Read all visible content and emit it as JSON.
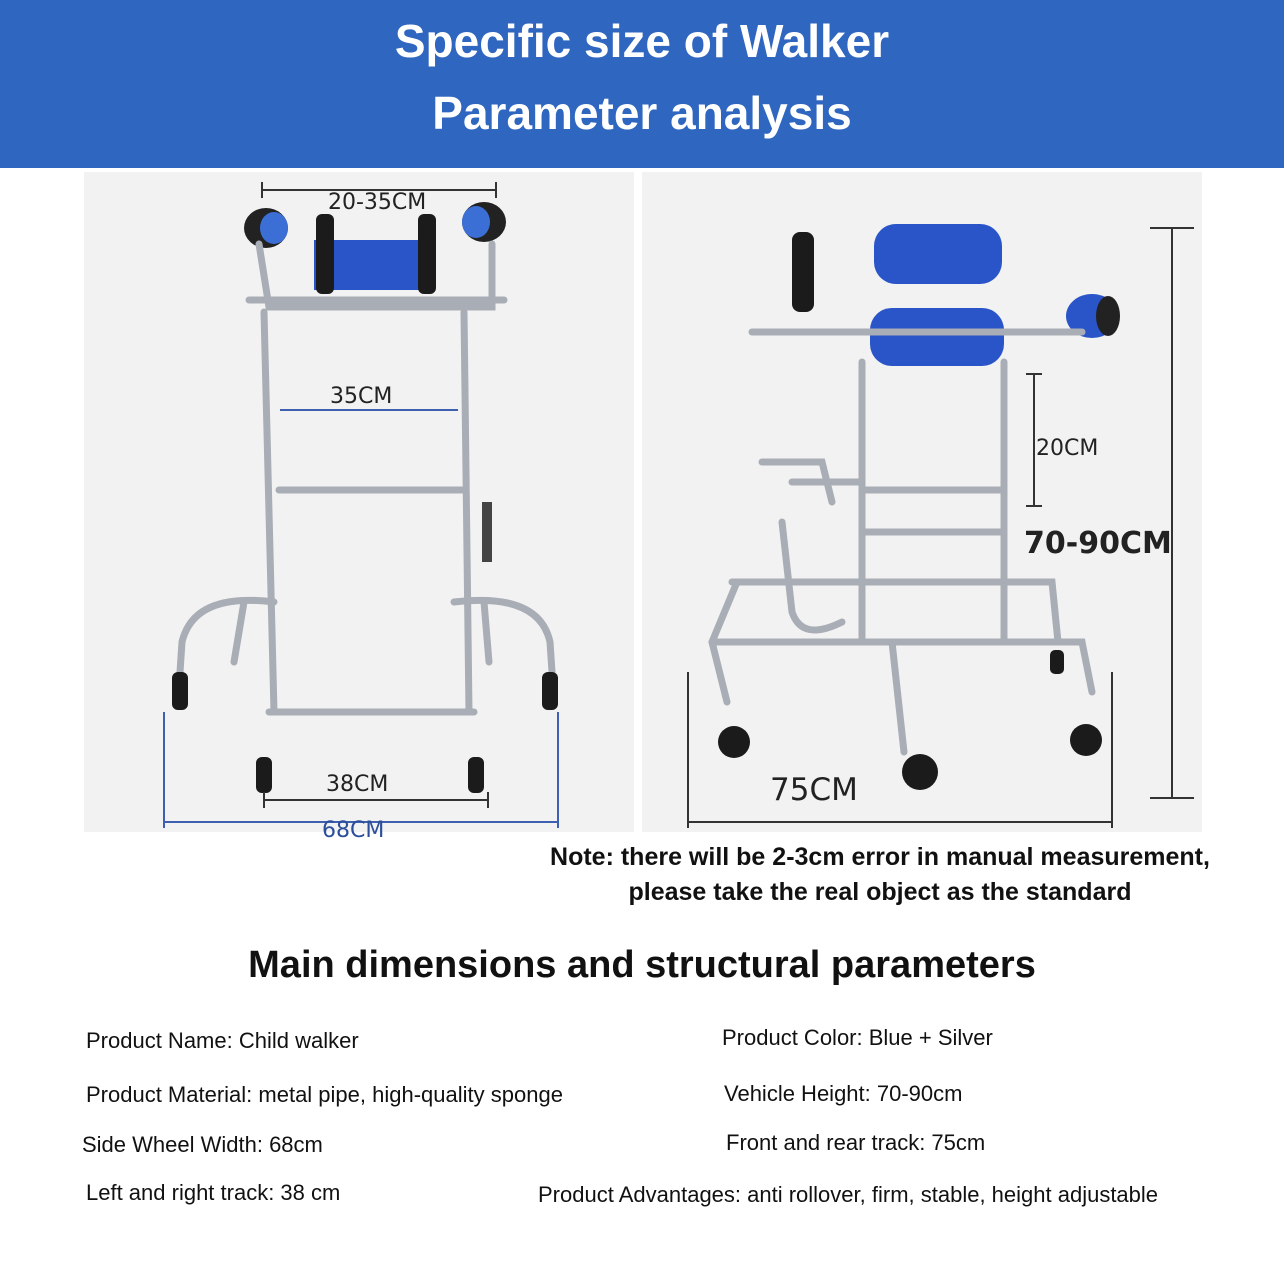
{
  "header": {
    "title_line1": "Specific size of Walker",
    "title_line2": "Parameter analysis",
    "background_color": "#2f66bf"
  },
  "front_view": {
    "top_width": "20-35CM",
    "inner_width": "35CM",
    "left_right_track": "38CM",
    "side_wheel_width": "68CM"
  },
  "side_view": {
    "seat_height": "20CM",
    "overall_height": "70-90CM",
    "front_rear_track": "75CM"
  },
  "note": {
    "line1": "Note: there will be 2-3cm error in manual measurement,",
    "line2": "please take the real object as the standard"
  },
  "specs": {
    "title": "Main dimensions and structural parameters",
    "product_name": "Product Name: Child walker",
    "product_color": "Product Color: Blue + Silver",
    "product_material": "Product Material: metal pipe, high-quality sponge",
    "vehicle_height": "Vehicle Height: 70-90cm",
    "side_wheel_width": "Side Wheel Width: 68cm",
    "front_rear_track": "Front and rear track: 75cm",
    "left_right_track": "Left and right track: 38 cm",
    "product_advantages": "Product Advantages: anti rollover, firm, stable, height adjustable"
  },
  "colors": {
    "cushion_blue": "#2a55c9",
    "frame_silver": "#b8bcc4",
    "dimension_blue": "#2b4e9a"
  }
}
